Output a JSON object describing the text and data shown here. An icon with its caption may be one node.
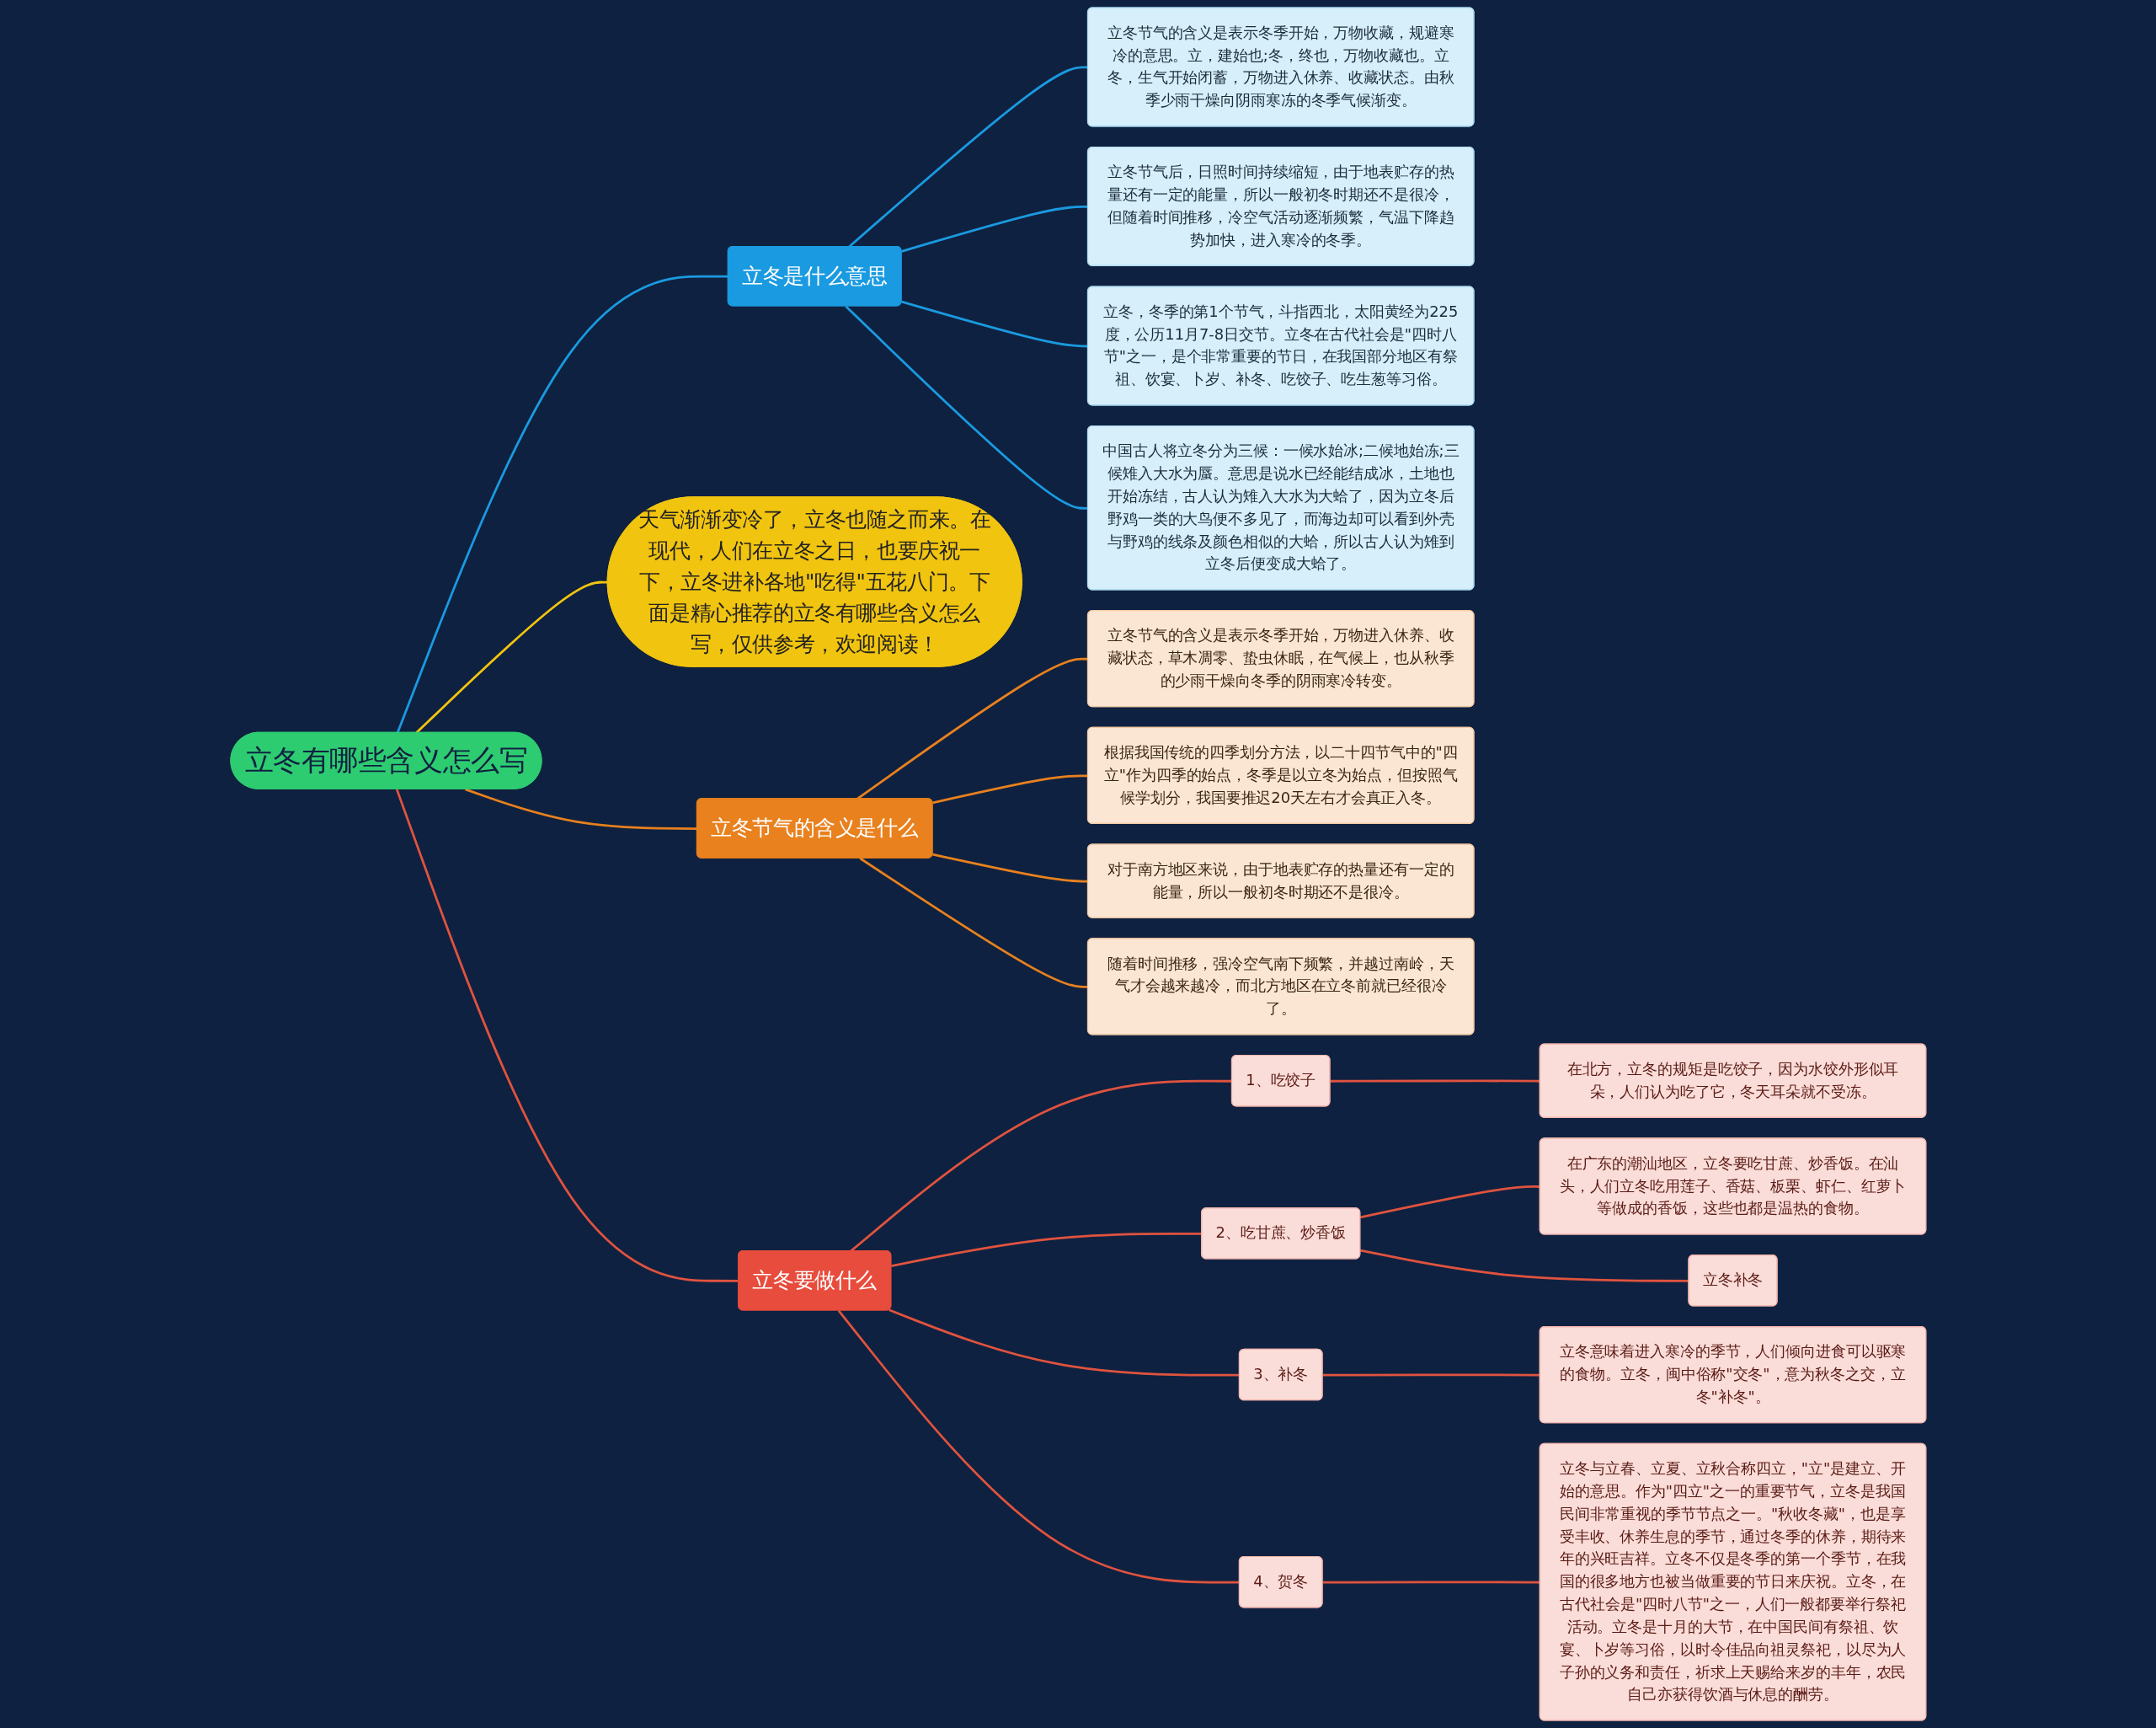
{
  "diagram": {
    "nodes": [
      {
        "text": [
          "立冬有哪些含义怎么写"
        ]
      },
      {
        "text": [
          "立冬是什么意思"
        ]
      },
      {
        "text": [
          "立冬节气的含义是表示冬季开始，万物收藏，规避寒冷的意思。立，建始也;冬，终也，万物收藏也。立冬，生气开始闭蓄，万物进入休养、收藏状态。由秋季少雨干燥向阴雨寒冻的冬季气候渐变。"
        ]
      },
      {
        "text": [
          "立冬节气后，日照时间持续缩短，由于地表贮存的热量还有一定的能量，所以一般初冬时期还不是很冷，但随着时间推移，冷空气活动逐渐频繁，气温下降趋势加快，进入寒冷的冬季。"
        ]
      },
      {
        "text": [
          "立冬，冬季的第1个节气，斗指西北，太阳黄经为225度，公历11月7-8日交节。立冬在古代社会是\"四时八节\"之一，是个非常重要的节日，在我国部分地区有祭祖、饮宴、卜岁、补冬、吃饺子、吃生葱等习俗。"
        ]
      },
      {
        "text": [
          "中国古人将立冬分为三候：一候水始冰;二候地始冻;三候雉入大水为蜃。意思是说水已经能结成冰，土地也开始冻结，古人认为雉入大水为大蛤了，因为立冬后野鸡一类的大鸟便不多见了，而海边却可以看到外壳与野鸡的线条及颜色相似的大蛤，所以古人认为雉到立冬后便变成大蛤了。"
        ]
      },
      {
        "text": [
          "天气渐渐变冷了，立冬也随之而来。在现代，人们在立冬之日，也要庆祝一下，立冬进补各地\"吃得\"五花八门。下面是精心推荐的立冬有哪些含义怎么写，仅供参考，欢迎阅读！"
        ]
      },
      {
        "text": [
          "立冬节气的含义是什么"
        ]
      },
      {
        "text": [
          "立冬节气的含义是表示冬季开始，万物进入休养、收藏状态，草木凋零、蛰虫休眠，在气候上，也从秋季的少雨干燥向冬季的阴雨寒冷转变。"
        ]
      },
      {
        "text": [
          "根据我国传统的四季划分方法，以二十四节气中的\"四立\"作为四季的始点，冬季是以立冬为始点，但按照气候学划分，我国要推迟20天左右才会真正入冬。"
        ]
      },
      {
        "text": [
          "对于南方地区来说，由于地表贮存的热量还有一定的能量，所以一般初冬时期还不是很冷。"
        ]
      },
      {
        "text": [
          "随着时间推移，强冷空气南下频繁，并越过南岭，天气才会越来越冷，而北方地区在立冬前就已经很冷了。"
        ]
      },
      {
        "text": [
          "立冬要做什么"
        ]
      },
      {
        "text": [
          "1、吃饺子"
        ]
      },
      {
        "text": [
          "在北方，立冬的规矩是吃饺子，因为水饺外形似耳朵，人们认为吃了它，冬天耳朵就不受冻。"
        ]
      },
      {
        "text": [
          "2、吃甘蔗、炒香饭"
        ]
      },
      {
        "text": [
          "在广东的潮汕地区，立冬要吃甘蔗、炒香饭。在汕头，人们立冬吃用莲子、香菇、板栗、虾仁、红萝卜等做成的香饭，这些也都是温热的食物。"
        ]
      },
      {
        "text": [
          "立冬补冬"
        ]
      },
      {
        "text": [
          "3、补冬"
        ]
      },
      {
        "text": [
          "立冬意味着进入寒冷的季节，人们倾向进食可以驱寒的食物。立冬，闽中俗称\"交冬\"，意为秋冬之交，立冬\"补冬\"。"
        ]
      },
      {
        "text": [
          "4、贺冬"
        ]
      },
      {
        "text": [
          "立冬与立春、立夏、立秋合称四立，\"立\"是建立、开始的意思。作为\"四立\"之一的重要节气，立冬是我国民间非常重视的季节节点之一。\"秋收冬藏\"，也是享受丰收、休养生息的季节，通过冬季的休养，期待来年的兴旺吉祥。立冬不仅是冬季的第一个季节，在我国的很多地方也被当做重要的节日来庆祝。立冬，在古代社会是\"四时八节\"之一，人们一般都要举行祭祀活动。立冬是十月的大节，在中国民间有祭祖、饮宴、卜岁等习俗，以时令佳品向祖灵祭祀，以尽为人子孙的义务和责任，祈求上天赐给来岁的丰年，农民自己亦获得饮酒与休息的酬劳。"
        ]
      }
    ],
    "edges": [
      {
        "from": 0,
        "to": 1,
        "arrow": "none",
        "color": "#1a9ae0"
      },
      {
        "from": 1,
        "to": 2,
        "arrow": "none",
        "color": "#1a9ae0"
      },
      {
        "from": 1,
        "to": 3,
        "arrow": "none",
        "color": "#1a9ae0"
      },
      {
        "from": 1,
        "to": 4,
        "arrow": "none",
        "color": "#1a9ae0"
      },
      {
        "from": 1,
        "to": 5,
        "arrow": "none",
        "color": "#1a9ae0"
      },
      {
        "from": 0,
        "to": 6,
        "arrow": "none",
        "color": "#f1c40f"
      },
      {
        "from": 0,
        "to": 7,
        "arrow": "none",
        "color": "#e8811e"
      },
      {
        "from": 7,
        "to": 8,
        "arrow": "none",
        "color": "#e8811e"
      },
      {
        "from": 7,
        "to": 9,
        "arrow": "none",
        "color": "#e8811e"
      },
      {
        "from": 7,
        "to": 10,
        "arrow": "none",
        "color": "#e8811e"
      },
      {
        "from": 7,
        "to": 11,
        "arrow": "none",
        "color": "#e8811e"
      },
      {
        "from": 0,
        "to": 12,
        "arrow": "none"
      },
      {
        "from": 12,
        "to": 13,
        "arrow": "none"
      },
      {
        "from": 13,
        "to": 14,
        "arrow": "none"
      },
      {
        "from": 12,
        "to": 15,
        "arrow": "none"
      },
      {
        "from": 15,
        "to": 16,
        "arrow": "none"
      },
      {
        "from": 15,
        "to": 17,
        "arrow": "none"
      },
      {
        "from": 12,
        "to": 18,
        "arrow": "none"
      },
      {
        "from": 18,
        "to": 19,
        "arrow": "none"
      },
      {
        "from": 12,
        "to": 20,
        "arrow": "none"
      },
      {
        "from": 20,
        "to": 21,
        "arrow": "none"
      }
    ]
  }
}
